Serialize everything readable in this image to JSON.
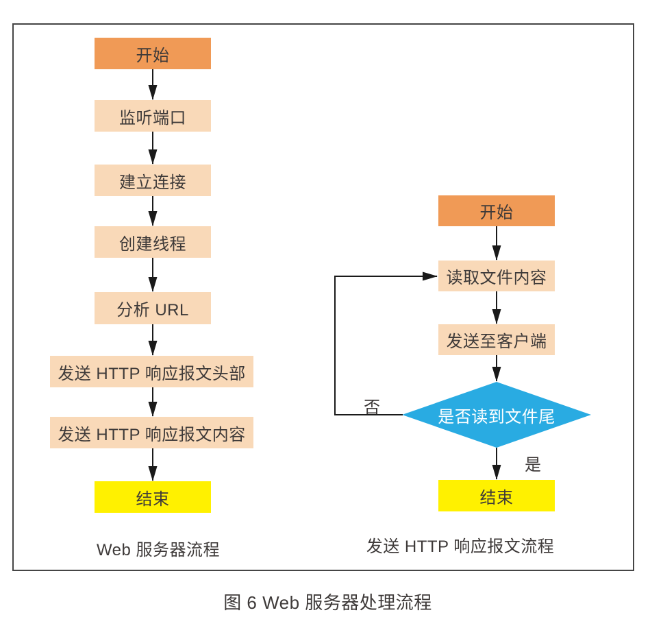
{
  "caption": "图 6  Web 服务器处理流程",
  "colors": {
    "start_fill": "#f09a56",
    "process_fill": "#f9d9b8",
    "end_fill": "#fff100",
    "decision_fill": "#29abe2",
    "decision_text": "#ffffff",
    "text": "#3e3a39",
    "frame_border": "#454545",
    "arrow": "#1a1a1a"
  },
  "left_flow": {
    "label": "Web 服务器流程",
    "nodes": [
      {
        "type": "start",
        "text": "开始"
      },
      {
        "type": "process",
        "text": "监听端口"
      },
      {
        "type": "process",
        "text": "建立连接"
      },
      {
        "type": "process",
        "text": "创建线程"
      },
      {
        "type": "process",
        "text": "分析 URL"
      },
      {
        "type": "process",
        "text": "发送 HTTP 响应报文头部"
      },
      {
        "type": "process",
        "text": "发送 HTTP 响应报文内容"
      },
      {
        "type": "end",
        "text": "结束"
      }
    ]
  },
  "right_flow": {
    "label": "发送 HTTP 响应报文流程",
    "nodes": [
      {
        "type": "start",
        "text": "开始"
      },
      {
        "type": "process",
        "text": "读取文件内容"
      },
      {
        "type": "process",
        "text": "发送至客户端"
      },
      {
        "type": "decision",
        "text": "是否读到文件尾"
      },
      {
        "type": "end",
        "text": "结束"
      }
    ],
    "yes_label": "是",
    "no_label": "否"
  }
}
